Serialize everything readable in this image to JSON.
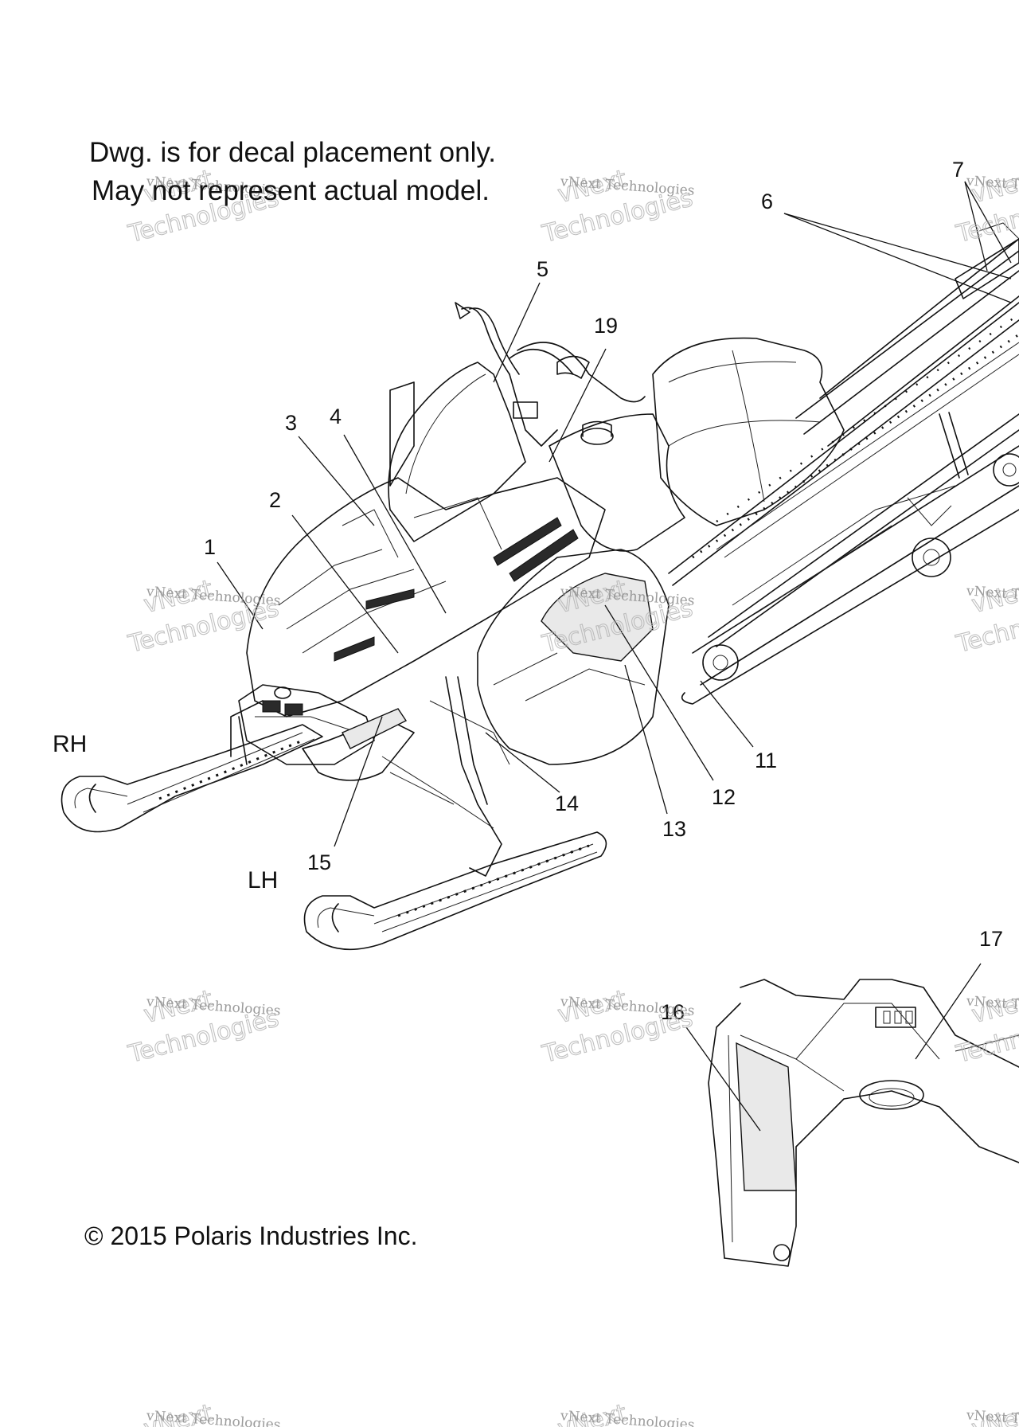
{
  "notes": {
    "line1": "Dwg. is for decal placement only.",
    "line2": "May not represent actual model.",
    "copyright": "© 2015 Polaris Industries Inc."
  },
  "side_labels": {
    "rh": "RH",
    "lh": "LH"
  },
  "callouts": [
    "1",
    "2",
    "3",
    "4",
    "5",
    "6",
    "7",
    "11",
    "12",
    "13",
    "14",
    "15",
    "16",
    "17",
    "19"
  ],
  "watermark": {
    "line1": "vNext Technologies",
    "line2": "Technologies",
    "arc": "vNext"
  }
}
